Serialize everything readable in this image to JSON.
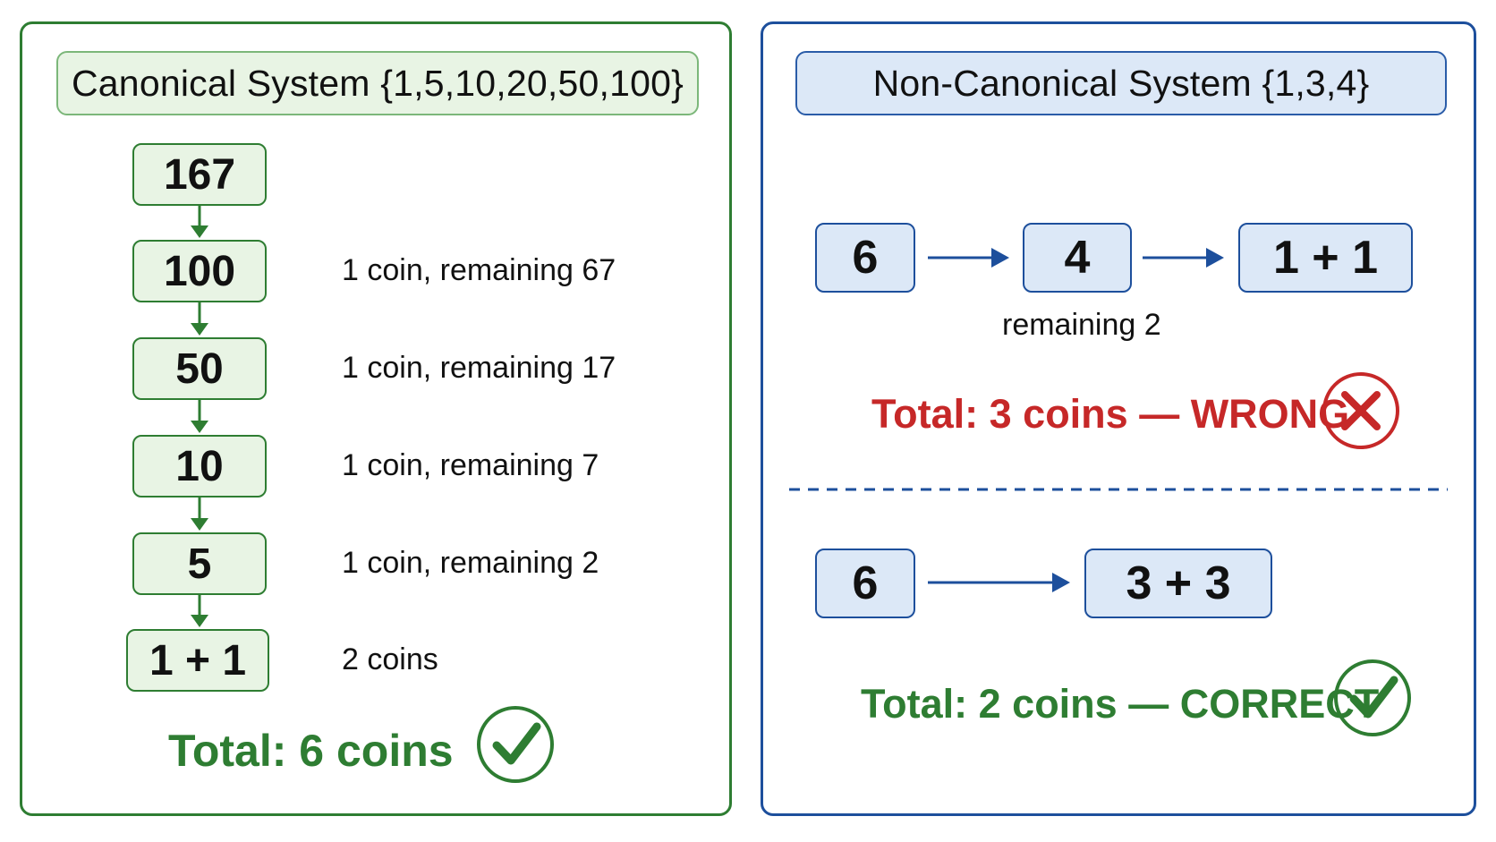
{
  "left": {
    "title": "Canonical System {1,5,10,20,50,100}",
    "steps": [
      {
        "value": "167",
        "note": ""
      },
      {
        "value": "100",
        "note": "1 coin, remaining 67"
      },
      {
        "value": "50",
        "note": "1 coin, remaining 17"
      },
      {
        "value": "10",
        "note": "1 coin, remaining 7"
      },
      {
        "value": "5",
        "note": "1 coin, remaining 2"
      },
      {
        "value": "1 + 1",
        "note": "2 coins"
      }
    ],
    "total": "Total: 6 coins",
    "result_icon": "check-icon",
    "colors": {
      "accent": "#2e7d32",
      "box_fill": "#e8f4e4"
    }
  },
  "right": {
    "title": "Non-Canonical System {1,3,4}",
    "greedy": {
      "values": [
        "6",
        "4",
        "1 + 1"
      ],
      "note": "remaining 2",
      "total": "Total: 3 coins — WRONG",
      "result_icon": "x-icon"
    },
    "optimal": {
      "values": [
        "6",
        "3 + 3"
      ],
      "total": "Total: 2 coins — CORRECT",
      "result_icon": "check-icon"
    },
    "colors": {
      "accent": "#1d4f9c",
      "box_fill": "#dce8f7",
      "wrong": "#c62828",
      "correct": "#2e7d32"
    }
  }
}
